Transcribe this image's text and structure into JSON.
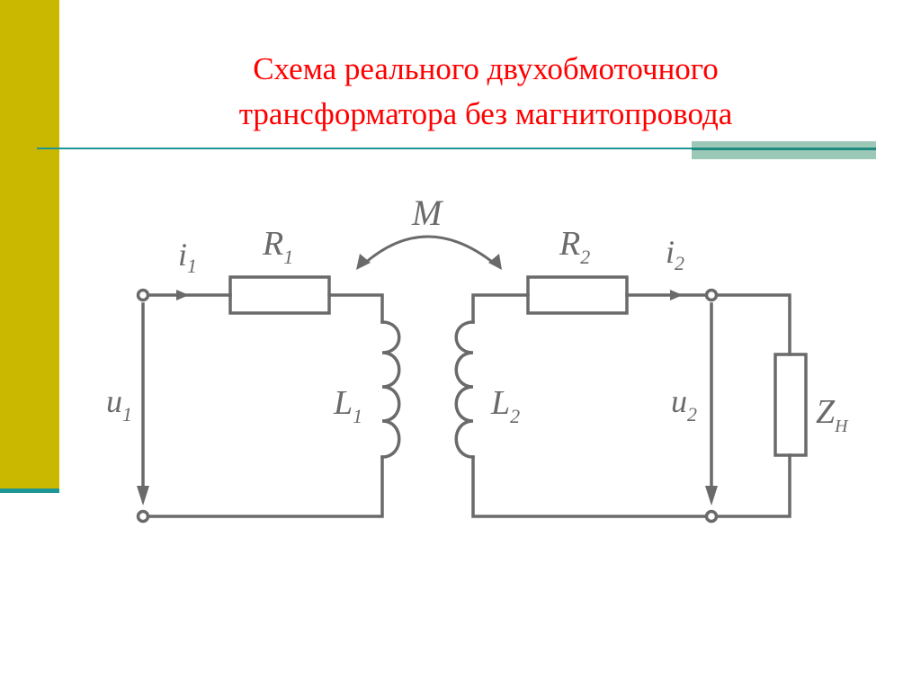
{
  "slide": {
    "title_line1": "Схема реального двухобмоточного",
    "title_line2": "трансформатора без магнитопровода",
    "colors": {
      "accent_bar": "#c9b700",
      "rule": "#1e9696",
      "rule_block": "#9cc8b8",
      "title": "#ff0000",
      "wire": "#6a6a6a"
    }
  },
  "circuit": {
    "mutual_label": "M",
    "primary": {
      "current": "i",
      "current_sub": "1",
      "resistor": "R",
      "resistor_sub": "1",
      "inductor": "L",
      "inductor_sub": "1",
      "voltage": "u",
      "voltage_sub": "1"
    },
    "secondary": {
      "current": "i",
      "current_sub": "2",
      "resistor": "R",
      "resistor_sub": "2",
      "inductor": "L",
      "inductor_sub": "2",
      "voltage": "u",
      "voltage_sub": "2",
      "load": "Z",
      "load_sub": "H"
    }
  }
}
